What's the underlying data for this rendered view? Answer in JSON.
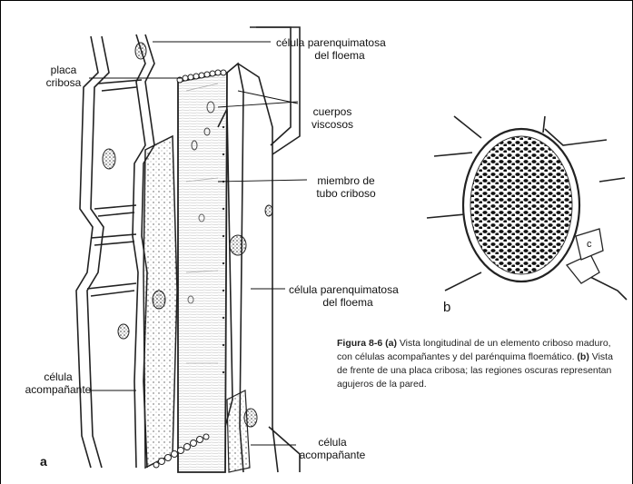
{
  "labels": {
    "parenchyma_top": [
      "célula parenquimatosa",
      "del floema"
    ],
    "sieve_plate": [
      "placa",
      "cribosa"
    ],
    "viscous_bodies": [
      "cuerpos",
      "viscosos"
    ],
    "sieve_tube_member": [
      "miembro de",
      "tubo criboso"
    ],
    "parenchyma_mid": [
      "célula parenquimatosa",
      "del floema"
    ],
    "companion_left": [
      "célula",
      "acompañante"
    ],
    "companion_bottom": [
      "célula",
      "acompañante"
    ],
    "panel_a": "a",
    "panel_b": "b",
    "cell_c": "c"
  },
  "caption": {
    "figure_label": "Figura 8-6",
    "part_a_label": "(a)",
    "part_a_text": " Vista longitudinal de un elemento criboso maduro, con células acompañantes y del parénquima floemático.",
    "part_b_label": "(b)",
    "part_b_text": " Vista de frente de una placa cribosa; las regiones oscuras representan agujeros de la pared."
  }
}
